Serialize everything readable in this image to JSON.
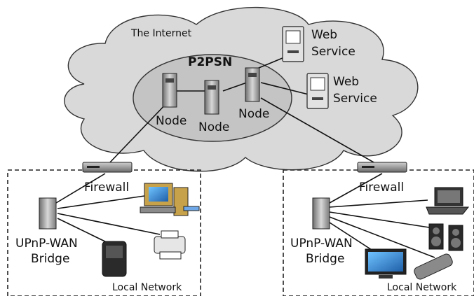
{
  "internet": {
    "label": "The Internet"
  },
  "p2psn": {
    "label": "P2PSN"
  },
  "nodes": [
    {
      "label": "Node"
    },
    {
      "label": "Node"
    },
    {
      "label": "Node"
    }
  ],
  "web_services": [
    {
      "line1": "Web",
      "line2": "Service"
    },
    {
      "line1": "Web",
      "line2": "Service"
    }
  ],
  "left_network": {
    "firewall": "Firewall",
    "bridge_line1": "UPnP-WAN",
    "bridge_line2": "Bridge",
    "network_label": "Local Network"
  },
  "right_network": {
    "firewall": "Firewall",
    "bridge_line1": "UPnP-WAN",
    "bridge_line2": "Bridge",
    "network_label": "Local Network"
  },
  "colors": {
    "cloud_fill": "#d9d9d9",
    "ellipse_fill": "#c4c4c4",
    "server_fill": "#9a9a9a",
    "monitor_screen": "#2f7fcf",
    "tower_fill": "#c8a24a"
  }
}
